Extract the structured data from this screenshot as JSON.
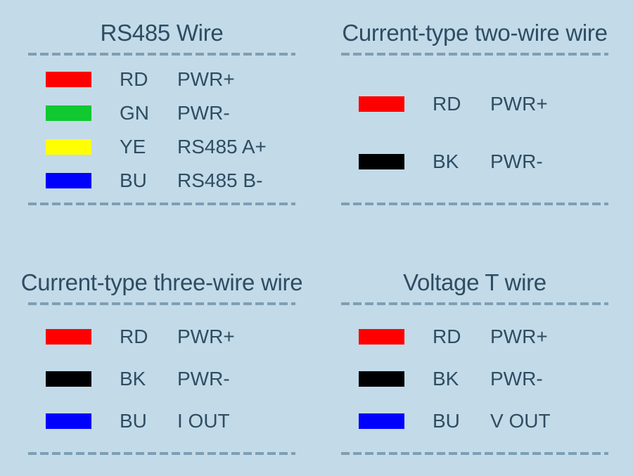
{
  "page": {
    "background_color": "#c3dae8",
    "text_color": "#2e4d63",
    "dash_color": "#7e9fb4"
  },
  "sections": [
    {
      "id": "rs485-wire",
      "title": "RS485 Wire",
      "rows": [
        {
          "color": "#ff0000",
          "color_name": "red",
          "code": "RD",
          "signal": "PWR+"
        },
        {
          "color": "#10c830",
          "color_name": "green",
          "code": "GN",
          "signal": "PWR-"
        },
        {
          "color": "#ffff00",
          "color_name": "yellow",
          "code": "YE",
          "signal": "RS485 A+"
        },
        {
          "color": "#0000ff",
          "color_name": "blue",
          "code": "BU",
          "signal": "RS485 B-"
        }
      ]
    },
    {
      "id": "current-type-two-wire",
      "title": "Current-type two-wire wire",
      "rows": [
        {
          "color": "#ff0000",
          "color_name": "red",
          "code": "RD",
          "signal": "PWR+"
        },
        {
          "color": "#000000",
          "color_name": "black",
          "code": "BK",
          "signal": "PWR-"
        }
      ]
    },
    {
      "id": "current-type-three-wire",
      "title": "Current-type three-wire wire",
      "rows": [
        {
          "color": "#ff0000",
          "color_name": "red",
          "code": "RD",
          "signal": "PWR+"
        },
        {
          "color": "#000000",
          "color_name": "black",
          "code": "BK",
          "signal": "PWR-"
        },
        {
          "color": "#0000ff",
          "color_name": "blue",
          "code": "BU",
          "signal": "I OUT"
        }
      ]
    },
    {
      "id": "voltage-t-wire",
      "title": "Voltage T wire",
      "rows": [
        {
          "color": "#ff0000",
          "color_name": "red",
          "code": "RD",
          "signal": "PWR+"
        },
        {
          "color": "#000000",
          "color_name": "black",
          "code": "BK",
          "signal": "PWR-"
        },
        {
          "color": "#0000ff",
          "color_name": "blue",
          "code": "BU",
          "signal": "V OUT"
        }
      ]
    }
  ]
}
